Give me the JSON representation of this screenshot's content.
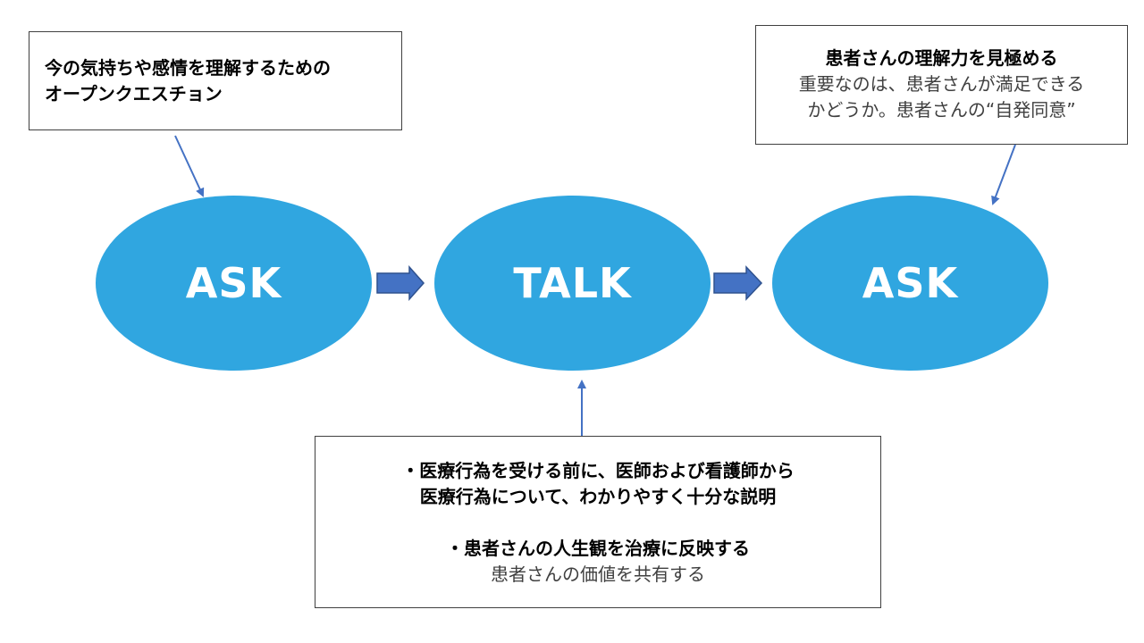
{
  "nodes": [
    {
      "label": "ASK"
    },
    {
      "label": "TALK"
    },
    {
      "label": "ASK"
    }
  ],
  "callout_left": {
    "line1": "今の気持ちや感情を理解するための",
    "line2": "オープンクエスチョン"
  },
  "callout_right": {
    "heading": "患者さんの理解力を見極める",
    "line1": "重要なのは、患者さんが満足できる",
    "line2": "かどうか。患者さんの“自発同意”"
  },
  "callout_bottom": {
    "bullet1_line1": "・医療行為を受ける前に、医師および看護師から",
    "bullet1_line2": "医療行為について、わかりやすく十分な説明",
    "bullet2_heading": "・患者さんの人生観を治療に反映する",
    "bullet2_sub": "患者さんの価値を共有する"
  },
  "colors": {
    "ellipse_fill": "#30a6e0",
    "arrow_fill": "#4472c4",
    "connector": "#4472c4"
  }
}
